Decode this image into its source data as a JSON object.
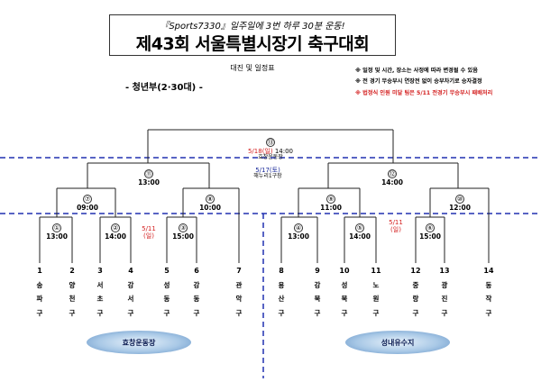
{
  "header": {
    "promo": "『Sports7330』일주일에 3번 하루 30분 운동!",
    "title": "제43회 서울특별시장기 축구대회",
    "subtitle": "대진 및 일정표",
    "division": "- 청년부(2·30대) -"
  },
  "notes": [
    "※ 일정 및 시간, 장소는 사정에 따라 변경될 수 있음",
    "※ 전 경기 무승부시 연장전 없이 승부차기로 승자결정",
    "※ 법정식 인원 미달 팀은 5/11 전경기 무승부시 패배처리"
  ],
  "colors": {
    "accent_red": "#d42020",
    "accent_blue": "#1a2a9a",
    "dashed_line": "#2030b0"
  },
  "final": {
    "number": "⑬",
    "date": "5/18(일)",
    "time": "14:00",
    "venue": "효창운동장"
  },
  "semi_date": {
    "date": "5/17(토)",
    "venue": "해누리1구장"
  },
  "semis": [
    {
      "number": "⑪",
      "time": "13:00"
    },
    {
      "number": "⑫",
      "time": "14:00"
    }
  ],
  "quarters": [
    {
      "number": "⑦",
      "time": "09:00"
    },
    {
      "number": "⑧",
      "time": "10:00"
    },
    {
      "number": "⑨",
      "time": "11:00"
    },
    {
      "number": "⑩",
      "time": "12:00"
    }
  ],
  "first_round": [
    {
      "number": "①",
      "time": "13:00"
    },
    {
      "number": "②",
      "time": "14:00"
    },
    {
      "number": "③",
      "time": "15:00"
    },
    {
      "number": "④",
      "time": "13:00"
    },
    {
      "number": "⑤",
      "time": "14:00"
    },
    {
      "number": "⑥",
      "time": "15:00"
    }
  ],
  "first_round_dates": [
    {
      "date": "5/11",
      "day": "(일)"
    },
    {
      "date": "5/11",
      "day": "(일)"
    }
  ],
  "teams": [
    {
      "num": "1",
      "name": [
        "송",
        "파",
        "구"
      ]
    },
    {
      "num": "2",
      "name": [
        "양",
        "천",
        "구"
      ]
    },
    {
      "num": "3",
      "name": [
        "서",
        "초",
        "구"
      ]
    },
    {
      "num": "4",
      "name": [
        "강",
        "서",
        "구"
      ]
    },
    {
      "num": "5",
      "name": [
        "성",
        "동",
        "구"
      ]
    },
    {
      "num": "6",
      "name": [
        "강",
        "동",
        "구"
      ]
    },
    {
      "num": "7",
      "name": [
        "관",
        "악",
        "구"
      ]
    },
    {
      "num": "8",
      "name": [
        "용",
        "산",
        "구"
      ]
    },
    {
      "num": "9",
      "name": [
        "강",
        "북",
        "구"
      ]
    },
    {
      "num": "10",
      "name": [
        "성",
        "북",
        "구"
      ]
    },
    {
      "num": "11",
      "name": [
        "노",
        "원",
        "구"
      ]
    },
    {
      "num": "12",
      "name": [
        "중",
        "랑",
        "구"
      ]
    },
    {
      "num": "13",
      "name": [
        "광",
        "진",
        "구"
      ]
    },
    {
      "num": "14",
      "name": [
        "동",
        "작",
        "구"
      ]
    }
  ],
  "venues": [
    {
      "label": "효창운동장"
    },
    {
      "label": "성내유수지"
    }
  ]
}
